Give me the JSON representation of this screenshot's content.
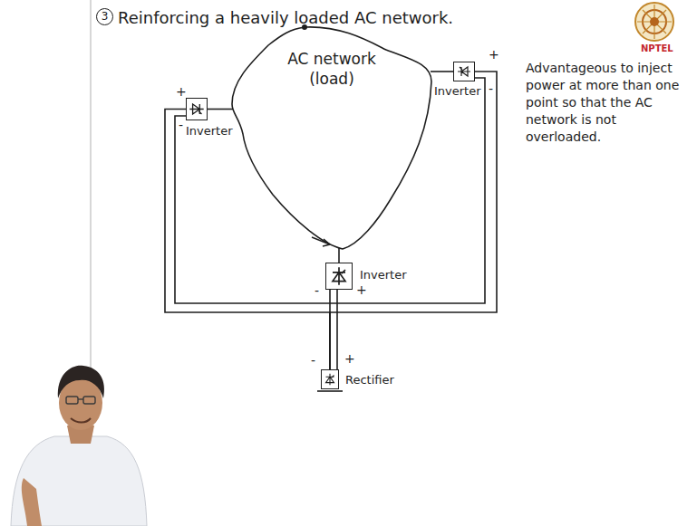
{
  "diagram": {
    "title": "Reinforcing a heavily loaded AC network.",
    "nodes": [
      {
        "text": [
          "AC network (load)"
        ]
      },
      {
        "text": [
          "Inverter"
        ]
      },
      {
        "text": [
          "Inverter"
        ]
      },
      {
        "text": [
          "Inverter"
        ]
      },
      {
        "text": [
          "Rectifier"
        ]
      }
    ],
    "edges": [
      {
        "from": 1,
        "to": 0,
        "arrow": "none"
      },
      {
        "from": 2,
        "to": 0,
        "arrow": "none"
      },
      {
        "from": 3,
        "to": 0,
        "arrow": "none"
      },
      {
        "from": 4,
        "to": 3,
        "arrow": "none"
      },
      {
        "from": 4,
        "to": 1,
        "arrow": "none"
      },
      {
        "from": 4,
        "to": 2,
        "arrow": "none"
      }
    ],
    "labels": [
      "3",
      "+",
      "-",
      "+",
      "-",
      "-",
      "+",
      "-",
      "+",
      "Advantageous to inject power at more than one point so that the AC network is not overloaded.",
      "NPTEL"
    ]
  }
}
